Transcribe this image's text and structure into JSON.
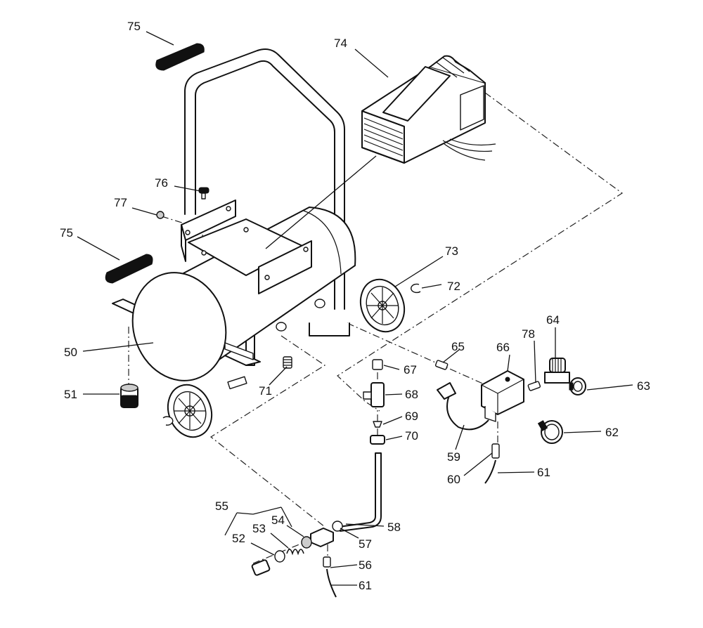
{
  "diagram": {
    "type": "exploded parts diagram",
    "callouts": [
      {
        "id": "c75a",
        "label": "75"
      },
      {
        "id": "c74",
        "label": "74"
      },
      {
        "id": "c76",
        "label": "76"
      },
      {
        "id": "c77",
        "label": "77"
      },
      {
        "id": "c75b",
        "label": "75"
      },
      {
        "id": "c73",
        "label": "73"
      },
      {
        "id": "c72",
        "label": "72"
      },
      {
        "id": "c50",
        "label": "50"
      },
      {
        "id": "c64",
        "label": "64"
      },
      {
        "id": "c65",
        "label": "65"
      },
      {
        "id": "c66",
        "label": "66"
      },
      {
        "id": "c78",
        "label": "78"
      },
      {
        "id": "c67",
        "label": "67"
      },
      {
        "id": "c71",
        "label": "71"
      },
      {
        "id": "c63",
        "label": "63"
      },
      {
        "id": "c51",
        "label": "51"
      },
      {
        "id": "c68",
        "label": "68"
      },
      {
        "id": "c69",
        "label": "69"
      },
      {
        "id": "c70",
        "label": "70"
      },
      {
        "id": "c62",
        "label": "62"
      },
      {
        "id": "c59",
        "label": "59"
      },
      {
        "id": "c60",
        "label": "60"
      },
      {
        "id": "c61a",
        "label": "61"
      },
      {
        "id": "c55",
        "label": "55"
      },
      {
        "id": "c54",
        "label": "54"
      },
      {
        "id": "c53",
        "label": "53"
      },
      {
        "id": "c58",
        "label": "58"
      },
      {
        "id": "c52",
        "label": "52"
      },
      {
        "id": "c57",
        "label": "57"
      },
      {
        "id": "c56",
        "label": "56"
      },
      {
        "id": "c61b",
        "label": "61"
      }
    ]
  }
}
